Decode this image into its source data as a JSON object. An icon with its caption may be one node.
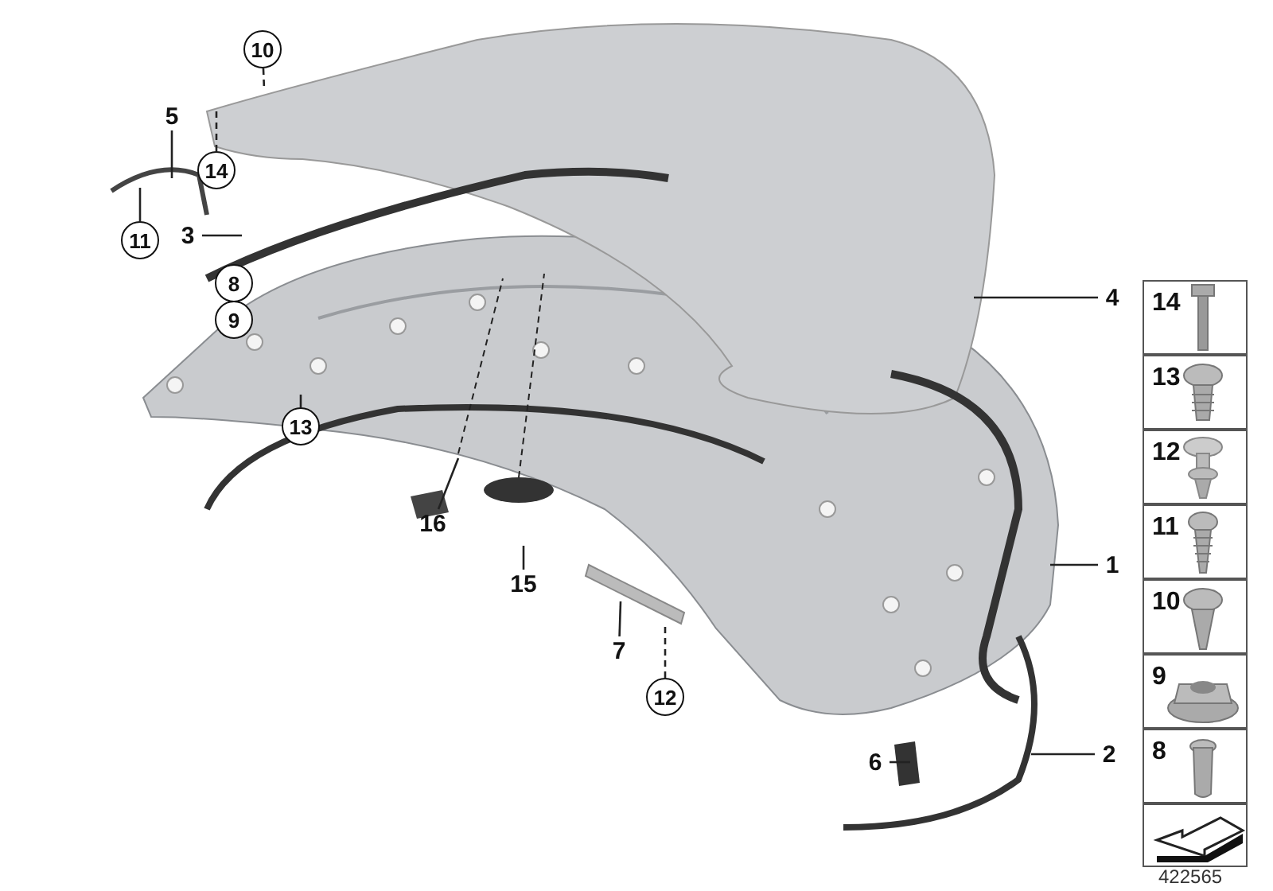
{
  "diagram": {
    "nodes": [
      {
        "text": [
          "10"
        ]
      },
      {
        "text": [
          "5"
        ]
      },
      {
        "text": [
          "14"
        ]
      },
      {
        "text": [
          "11"
        ]
      },
      {
        "text": [
          "3"
        ]
      },
      {
        "text": [
          "8"
        ]
      },
      {
        "text": [
          "9"
        ]
      },
      {
        "text": [
          "4"
        ]
      },
      {
        "text": [
          "13"
        ]
      },
      {
        "text": [
          "16"
        ]
      },
      {
        "text": [
          "15"
        ]
      },
      {
        "text": [
          "1"
        ]
      },
      {
        "text": [
          "7"
        ]
      },
      {
        "text": [
          "12"
        ]
      },
      {
        "text": [
          "2"
        ]
      },
      {
        "text": [
          "6"
        ]
      }
    ],
    "edges": [
      {
        "from": 0,
        "to": null,
        "arrow": "none",
        "style": "dashed"
      },
      {
        "from": 1,
        "to": null,
        "arrow": "none"
      },
      {
        "from": 2,
        "to": null,
        "arrow": "none",
        "style": "dashed"
      },
      {
        "from": 3,
        "to": null,
        "arrow": "none"
      },
      {
        "from": 4,
        "to": null,
        "arrow": "none"
      },
      {
        "from": 7,
        "to": null,
        "arrow": "none"
      },
      {
        "from": 8,
        "to": null,
        "arrow": "none"
      },
      {
        "from": 9,
        "to": null,
        "arrow": "none"
      },
      {
        "from": 10,
        "to": null,
        "arrow": "none"
      },
      {
        "from": 11,
        "to": null,
        "arrow": "none"
      },
      {
        "from": 12,
        "to": null,
        "arrow": "none"
      },
      {
        "from": 13,
        "to": null,
        "arrow": "none",
        "style": "dashed"
      },
      {
        "from": 14,
        "to": null,
        "arrow": "none"
      },
      {
        "from": 15,
        "to": null,
        "arrow": "none"
      }
    ],
    "labels": [
      "14",
      "13",
      "12",
      "11",
      "10",
      "9",
      "8",
      "422565"
    ]
  }
}
